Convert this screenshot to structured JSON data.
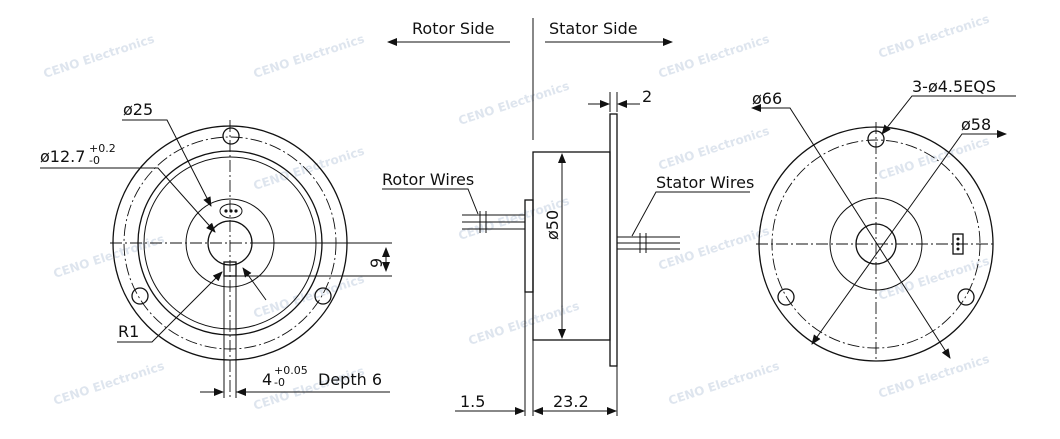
{
  "header": {
    "rotor_side": "Rotor Side",
    "stator_side": "Stator Side"
  },
  "left_view": {
    "dia_25": "ø25",
    "dia_12_7": "ø12.7",
    "tol_12_7_upper": "+0.2",
    "tol_12_7_lower": "-0",
    "dim_9": "9",
    "radius": "R1",
    "keyway_width": "4",
    "tol_4_upper": "+0.05",
    "tol_4_lower": "-0",
    "depth": "Depth 6"
  },
  "side_view": {
    "flange_thickness": "2",
    "rotor_wires": "Rotor Wires",
    "stator_wires": "Stator Wires",
    "dia_50": "ø50",
    "dim_1_5": "1.5",
    "dim_23_2": "23.2"
  },
  "right_view": {
    "dia_66": "ø66",
    "holes": "3-ø4.5EQS",
    "dia_58": "ø58"
  },
  "watermark": "CENO Electronics"
}
